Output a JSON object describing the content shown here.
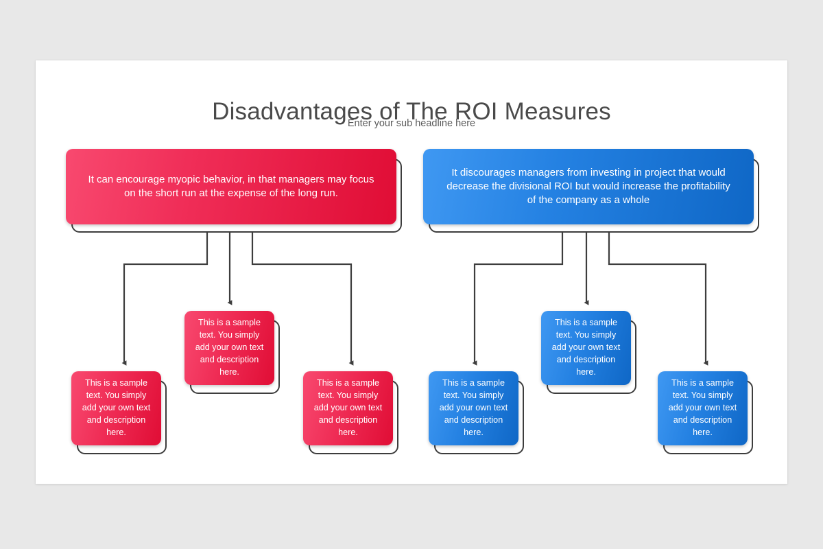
{
  "slide": {
    "title": "Disadvantages of The ROI Measures",
    "subtitle": "Enter your sub headline here",
    "background_color": "#e8e8e8",
    "canvas_color": "#ffffff"
  },
  "theme": {
    "red_light": "#f8496f",
    "red_dark": "#e00d35",
    "blue_light": "#3f98f2",
    "blue_dark": "#0f67c6",
    "outline_color": "#3d3d3d",
    "title_color": "#4a4a4a",
    "subtitle_color": "#5a5a5a",
    "card_text_color": "#ffffff"
  },
  "branches": [
    {
      "id": "red-branch",
      "accent": "#e00d35",
      "header": {
        "text": "It can encourage myopic behavior, in that managers may focus on the short run at the expense of the long run."
      },
      "children": [
        {
          "id": "red-child-1",
          "text": "This is a sample text. You simply add your own text and description here."
        },
        {
          "id": "red-child-2",
          "text": "This is a sample text. You simply add your own text and description here."
        },
        {
          "id": "red-child-3",
          "text": "This is a sample text. You simply add your own text and description here."
        }
      ]
    },
    {
      "id": "blue-branch",
      "accent": "#0f67c6",
      "header": {
        "text": "It discourages managers from investing in project that would decrease the divisional ROI but would increase the profitability of the company as a whole"
      },
      "children": [
        {
          "id": "blue-child-1",
          "text": "This is a sample text. You simply add your own text and description here."
        },
        {
          "id": "blue-child-2",
          "text": "This is a sample text. You simply add your own text and description here."
        },
        {
          "id": "blue-child-3",
          "text": "This is a sample text. You simply add your own text and description here."
        }
      ]
    }
  ]
}
